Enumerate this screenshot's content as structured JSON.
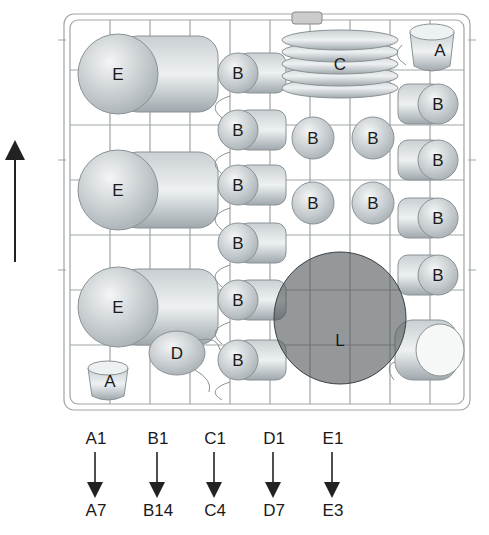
{
  "diagram": {
    "labels": [
      "E",
      "B",
      "C",
      "A",
      "B",
      "B",
      "B",
      "B",
      "E",
      "B",
      "B",
      "B",
      "B",
      "B",
      "B",
      "E",
      "B",
      "B",
      "L",
      "D",
      "B",
      "A",
      "A1",
      "B1",
      "C1",
      "D1",
      "E1",
      "A7",
      "B14",
      "C4",
      "D7",
      "E3"
    ]
  }
}
